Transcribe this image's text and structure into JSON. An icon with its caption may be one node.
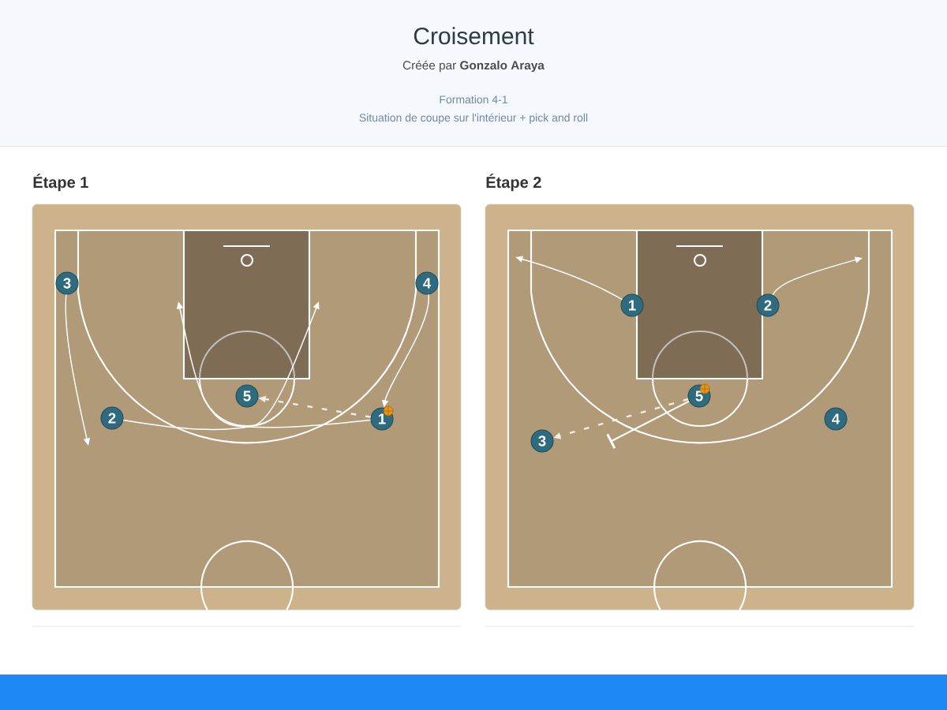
{
  "diagram": {
    "title": "Croisement",
    "nodes": [
      {
        "text": [
          "Étape 1"
        ]
      },
      {
        "text": [
          "3"
        ],
        "in": 0
      },
      {
        "text": [
          "4"
        ],
        "in": 0
      },
      {
        "text": [
          "5"
        ],
        "in": 0
      },
      {
        "text": [
          "2"
        ],
        "in": 0
      },
      {
        "text": [
          "1"
        ],
        "in": 0
      },
      {
        "text": [
          "Étape 2"
        ]
      },
      {
        "text": [
          "1"
        ],
        "in": 6
      },
      {
        "text": [
          "2"
        ],
        "in": 6
      },
      {
        "text": [
          "5"
        ],
        "in": 6
      },
      {
        "text": [
          "4"
        ],
        "in": 6
      },
      {
        "text": [
          "3"
        ],
        "in": 6
      }
    ],
    "edges": [
      {
        "from": 1,
        "to": null,
        "arrow": "to"
      },
      {
        "from": 2,
        "to": 5,
        "arrow": "to"
      },
      {
        "from": 5,
        "to": 3,
        "arrow": "to",
        "style": "dashed"
      },
      {
        "from": 4,
        "to": null,
        "arrow": "to"
      },
      {
        "from": 5,
        "to": null,
        "arrow": "to"
      },
      {
        "from": 7,
        "to": null,
        "arrow": "to"
      },
      {
        "from": 8,
        "to": null,
        "arrow": "to"
      },
      {
        "from": 9,
        "to": 11,
        "arrow": "to",
        "style": "dashed"
      },
      {
        "from": 9,
        "to": null,
        "arrow": "other"
      }
    ],
    "labels": [
      "Créée par **Gonzalo Araya**",
      "Formation 4-1",
      "Situation de coupe sur l'intérieur + pick and roll"
    ]
  }
}
